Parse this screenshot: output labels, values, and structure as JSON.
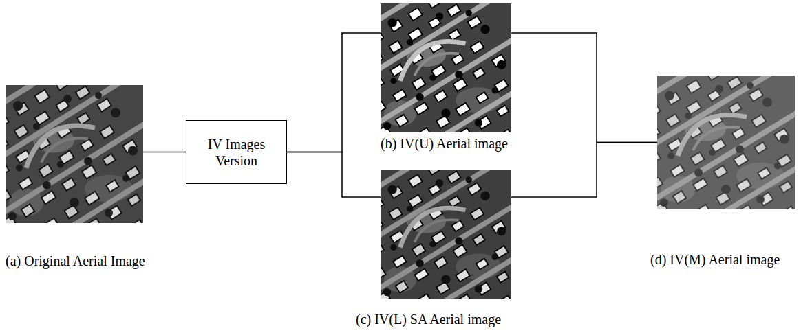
{
  "diagram": {
    "nodes": [
      {
        "text": [
          "(a) Original Aerial Image"
        ]
      },
      {
        "text": [
          "IV Images Version"
        ]
      },
      {
        "text": [
          "(b) IV(U) Aerial image"
        ]
      },
      {
        "text": [
          "(c) IV(L) SA Aerial image"
        ]
      },
      {
        "text": [
          "(d) IV(M) Aerial image"
        ]
      }
    ],
    "edges": [
      {
        "from": 0,
        "to": 1,
        "arrow": "none"
      },
      {
        "from": 1,
        "to": 2,
        "arrow": "none"
      },
      {
        "from": 1,
        "to": 3,
        "arrow": "none"
      },
      {
        "from": 2,
        "to": 4,
        "arrow": "none"
      },
      {
        "from": 3,
        "to": 4,
        "arrow": "none"
      }
    ]
  }
}
